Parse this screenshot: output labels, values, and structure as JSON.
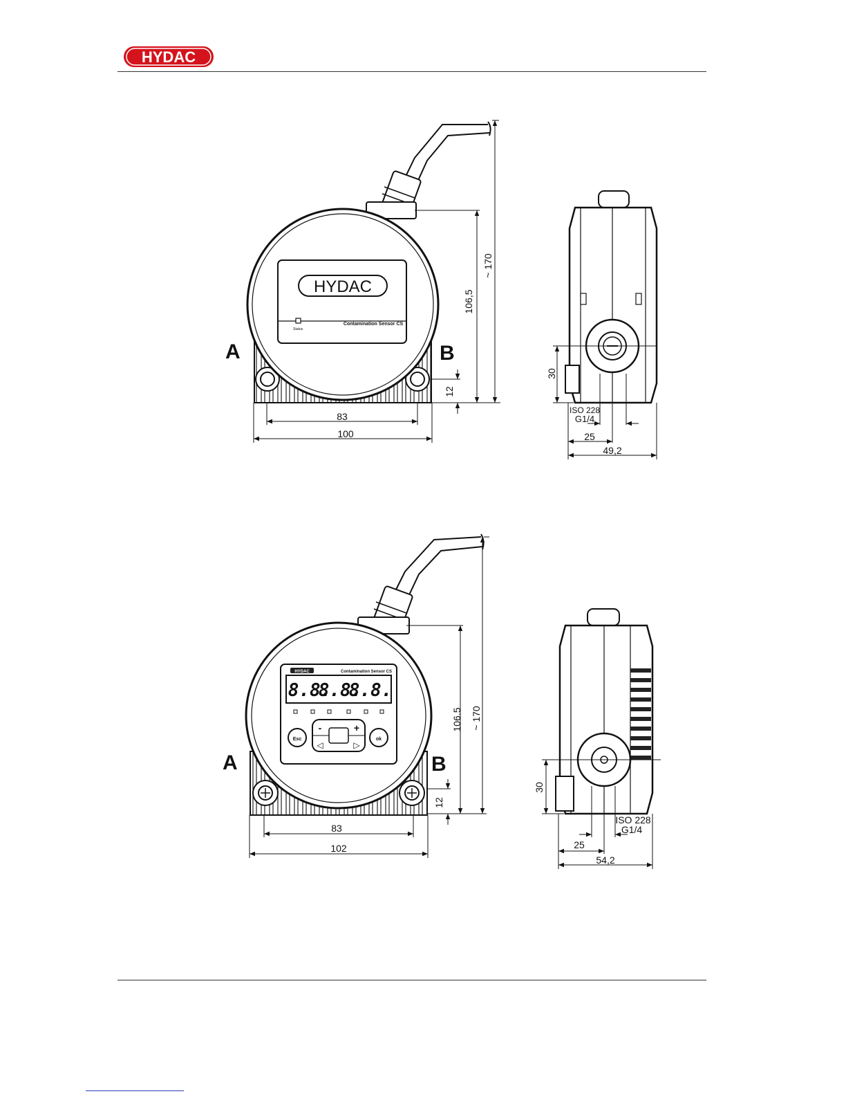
{
  "header": {
    "logo_text": "HYDAC",
    "brand_color": "#d5131c"
  },
  "figure1": {
    "logo_text": "HYDAC",
    "status_label": "Status",
    "sensor_label": "Contamination Sensor CS",
    "label_a": "A",
    "label_b": "B",
    "dims": {
      "width_83": "83",
      "width_total": "100",
      "height_106": "106,5",
      "height_170": "~ 170",
      "height_12": "12",
      "side_30": "30",
      "iso": "ISO 228",
      "thread": "G1/4",
      "side_25": "25",
      "side_total": "49,2"
    }
  },
  "figure2": {
    "logo_text": "HYDAC",
    "sensor_label": "Contamination Sensor CS",
    "display_digits": [
      "8.8.",
      "8.8.",
      "8.8."
    ],
    "keys": {
      "esc": "Esc",
      "enter": "ok",
      "minus": "-",
      "plus": "+",
      "left": "◁",
      "right": "▷"
    },
    "label_a": "A",
    "label_b": "B",
    "dims": {
      "width_83": "83",
      "width_total": "102",
      "height_106": "106.5",
      "height_170": "~ 170",
      "height_12": "12",
      "side_30": "30",
      "iso": "ISO 228",
      "thread": "G1/4",
      "side_25": "25",
      "side_total": "54,2"
    }
  }
}
